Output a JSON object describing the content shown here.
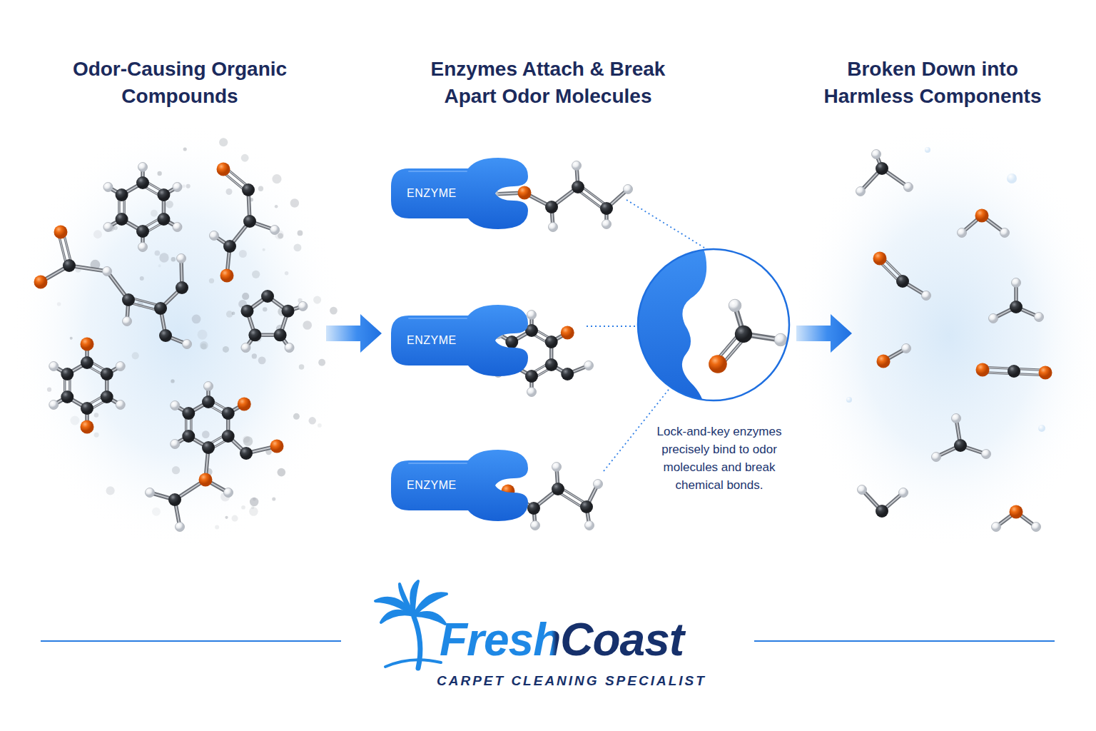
{
  "diagram": {
    "nodes": [
      {
        "text": [
          "ENZYME"
        ]
      },
      {
        "text": [
          "ENZYME"
        ]
      },
      {
        "text": [
          "ENZYME"
        ]
      }
    ],
    "labels": [
      "Odor-Causing Organic Compounds",
      "Enzymes Attach & Break Apart Odor Molecules",
      "Broken Down into Harmless Components",
      "Lock-and-key enzymes precisely bind to odor molecules and break chemical bonds.",
      "FreshCoast",
      "CARPET CLEANING SPECIALIST"
    ]
  }
}
